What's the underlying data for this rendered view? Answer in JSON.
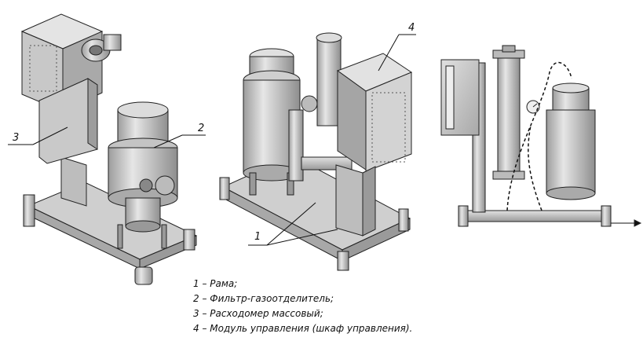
{
  "callouts": {
    "c1": "1",
    "c2": "2",
    "c3": "3",
    "c4": "4"
  },
  "legend": [
    "1 – Рама;",
    "2 – Фильтр-газоотделитель;",
    "3 – Расходомер массовый;",
    "4 – Модуль управления (шкаф управления)."
  ],
  "colors": {
    "line": "#222222",
    "metal_light": "#d9d9d9",
    "metal_mid": "#bfbfbf",
    "metal_dark": "#9a9a9a"
  }
}
